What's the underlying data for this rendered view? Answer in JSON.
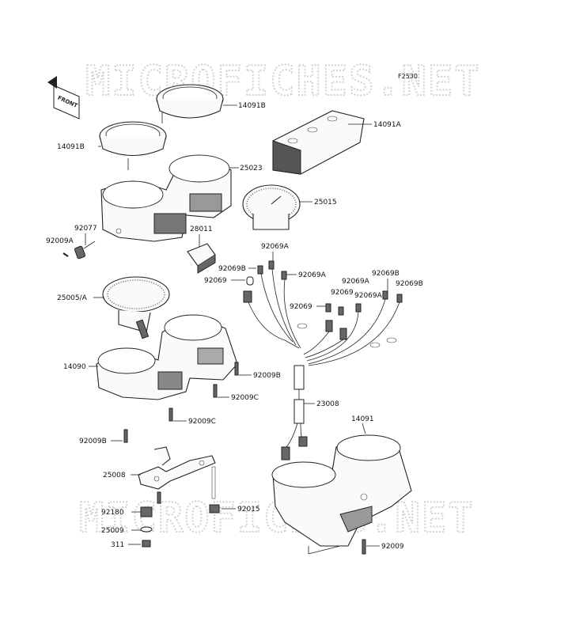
{
  "diagram": {
    "reference_code": "F2530",
    "front_marker": "FRONT",
    "watermark_top": "MICROFICHES.NET",
    "watermark_bottom": "MICROFICHES.NET",
    "labels": {
      "p14091B_top": "14091B",
      "p14091B_left": "14091B",
      "p14091A": "14091A",
      "p25023": "25023",
      "p25015": "25015",
      "p92077": "92077",
      "p92009A_left": "92009A",
      "p28011": "28011",
      "p92069A_top": "92069A",
      "p92069B_a": "92069B",
      "p92069A_b": "92069A",
      "p92069_a": "92069",
      "p92069B_b": "92069B",
      "p92069A_c": "92069A",
      "p92069B_c": "92069B",
      "p92069A_d": "92069A",
      "p92069_b": "92069",
      "p92069_c": "92069",
      "p25005A": "25005/A",
      "p14090": "14090",
      "p92009B_a": "92009B",
      "p92009C_a": "92009C",
      "p92009C_b": "92009C",
      "p92009B_b": "92009B",
      "p23008": "23008",
      "p14091": "14091",
      "p25008": "25008",
      "p92180": "92180",
      "p92015": "92015",
      "p25009": "25009",
      "p311": "311",
      "p92009": "92009"
    }
  }
}
